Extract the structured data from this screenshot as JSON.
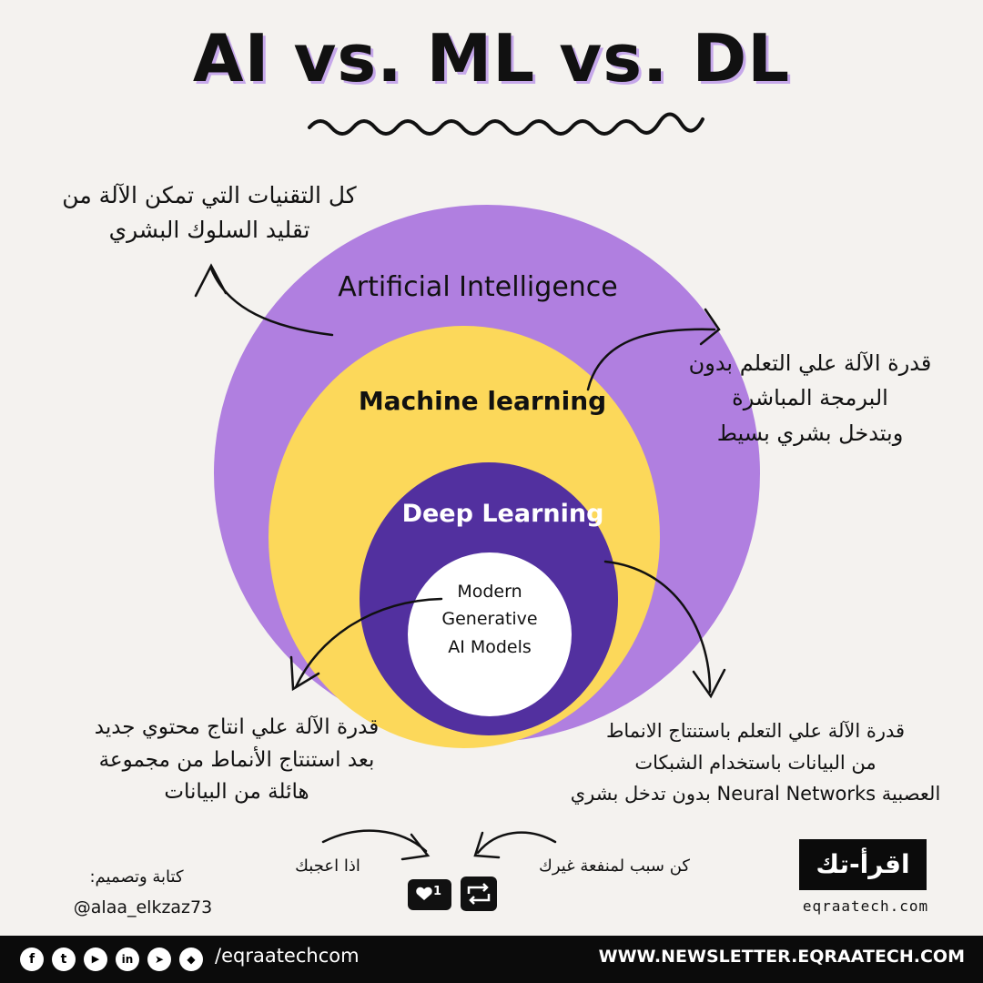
{
  "title": "AI vs. ML vs. DL",
  "layers": {
    "ai": "Artificial Intelligence",
    "ml": "Machine learning",
    "dl": "Deep Learning",
    "gen": [
      "Modern",
      "Generative",
      "AI Models"
    ]
  },
  "descriptions": {
    "ai": [
      "كل التقنيات التي تمكن الآلة من",
      "تقليد السلوك البشري"
    ],
    "ml": [
      "قدرة الآلة علي التعلم بدون",
      "البرمجة المباشرة",
      "وبتدخل بشري بسيط"
    ],
    "dl": [
      "قدرة الآلة علي التعلم باستنتاج الانماط",
      "من البيانات باستخدام الشبكات",
      "العصبية Neural Networks بدون تدخل بشري"
    ],
    "gen": [
      "قدرة الآلة علي انتاج محتوي جديد",
      "بعد استنتاج الأنماط من مجموعة",
      "هائلة من البيانات"
    ]
  },
  "cta": {
    "left": "اذا اعجبك",
    "right": "كن سبب لمنفعة غيرك",
    "like_count": "1"
  },
  "credit": {
    "label": "كتابة وتصميم:",
    "handle": "@alaa_elkzaz73"
  },
  "brand": {
    "logo": "اقرأ-تك",
    "site": "eqraatech.com"
  },
  "footer": {
    "handle": "/eqraatechcom",
    "newsletter": "WWW.NEWSLETTER.EQRAATECH.COM",
    "icons": [
      "facebook-icon",
      "twitter-icon",
      "youtube-icon",
      "linkedin-icon",
      "telegram-icon",
      "github-icon"
    ]
  },
  "colors": {
    "ai": "#b07fe0",
    "ml": "#fcd85a",
    "dl": "#52309f",
    "gen": "#ffffff",
    "accent_shadow": "#c6a8ea"
  }
}
